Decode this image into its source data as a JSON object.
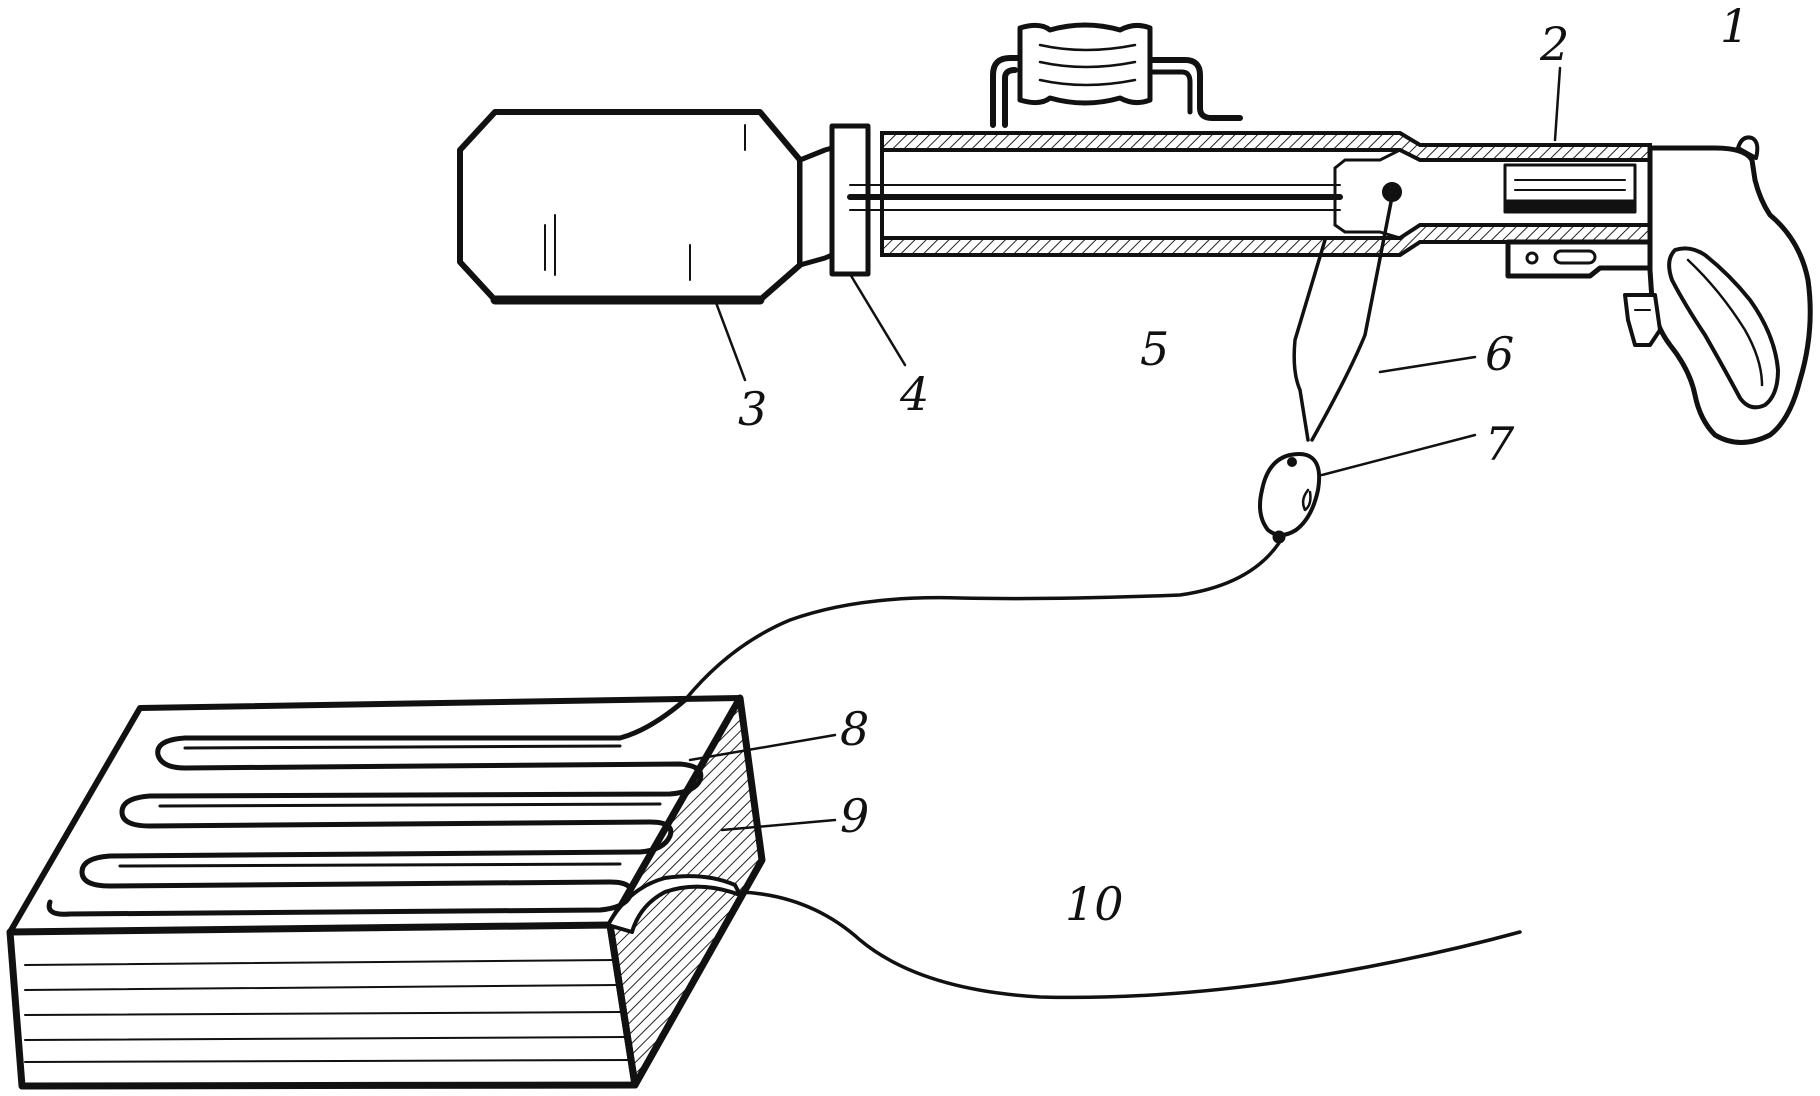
{
  "diagram": {
    "callouts": [
      "1",
      "2",
      "3",
      "4",
      "5",
      "6",
      "7",
      "8",
      "9",
      "10"
    ]
  },
  "colors": {
    "ink": "#111111",
    "paper": "#ffffff"
  }
}
